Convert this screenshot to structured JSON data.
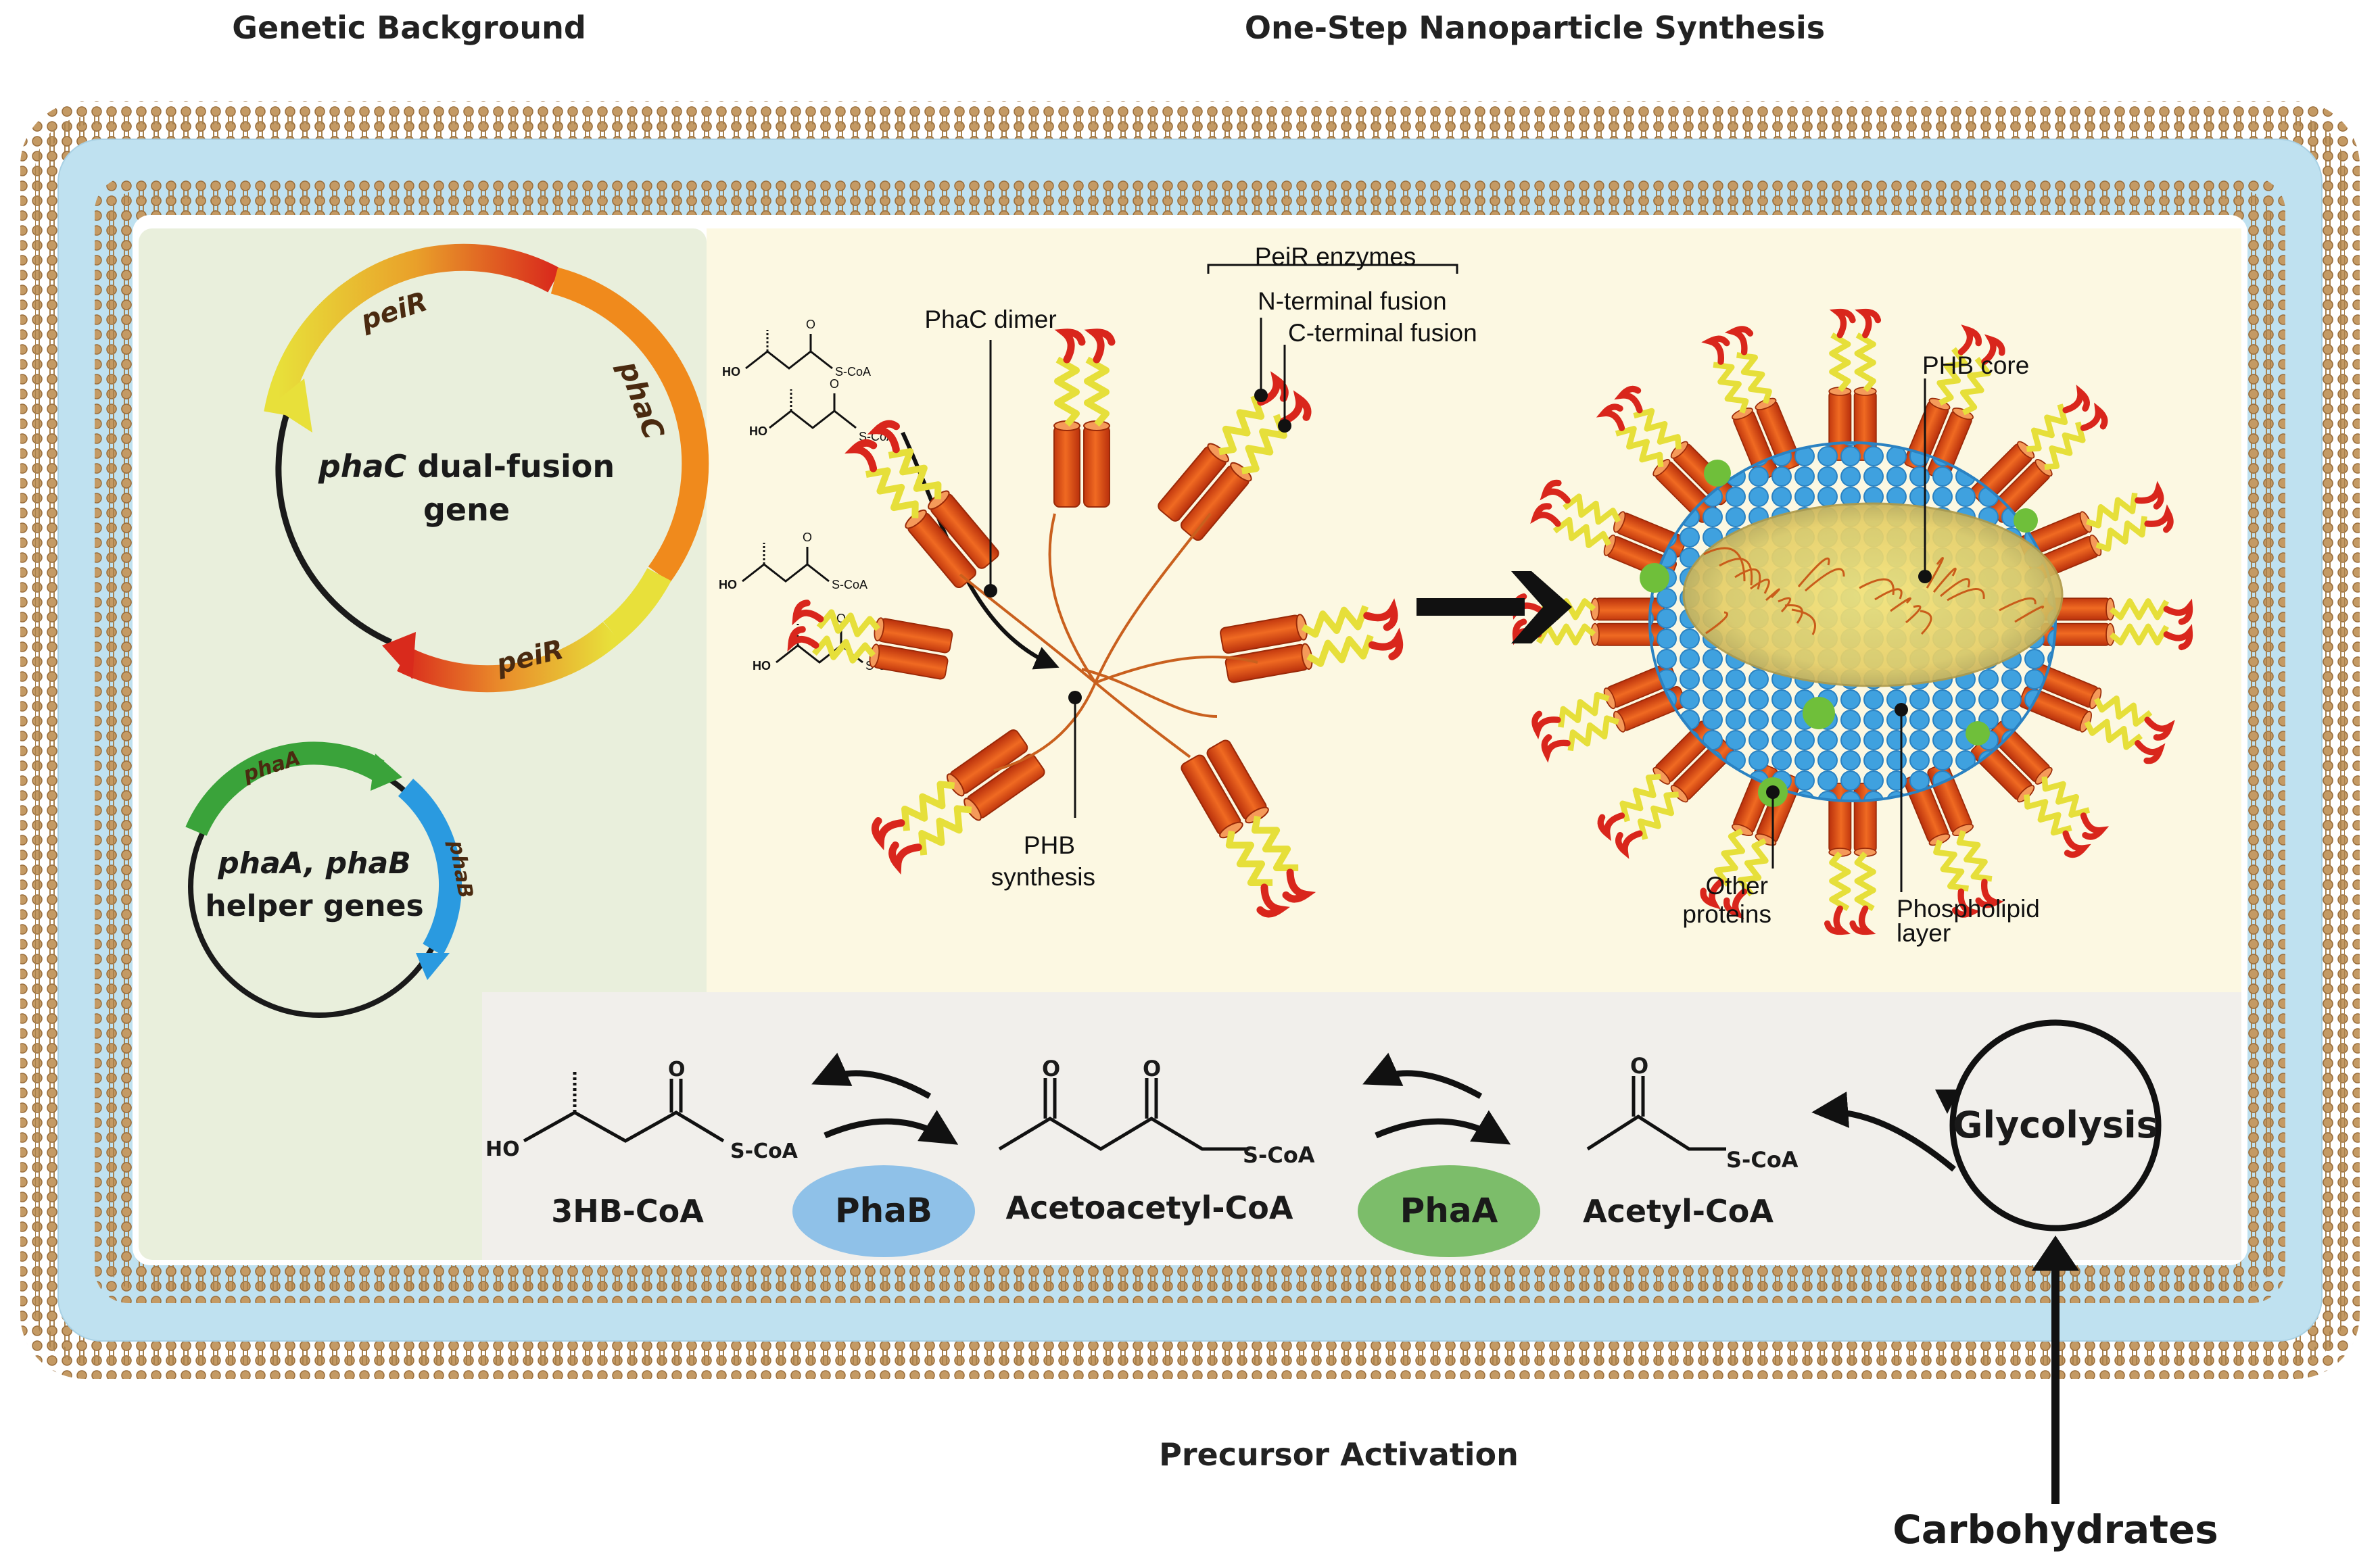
{
  "headers": {
    "genetic": "Genetic Background",
    "synthesis": "One-Step Nanoparticle Synthesis",
    "precursor": "Precursor Activation"
  },
  "plasmid_main": {
    "line1_italic": "phaC",
    "line1_rest": " dual-fusion",
    "line2": "gene",
    "seg_peir_top": "peiR",
    "seg_phac": "phaC",
    "seg_peir_bottom": "peiR"
  },
  "plasmid_helper": {
    "line1": "phaA, phaB",
    "line2": "helper genes",
    "seg_phaa": "phaA",
    "seg_phab": "phaB"
  },
  "synthesis_labels": {
    "phac_dimer": "PhaC dimer",
    "peir_enzymes": "PeiR enzymes",
    "n_terminal": "N-terminal fusion",
    "c_terminal": "C-terminal fusion",
    "phb_synthesis_1": "PHB",
    "phb_synthesis_2": "synthesis",
    "phb_core": "PHB core",
    "other_proteins_1": "Other",
    "other_proteins_2": "proteins",
    "phospholipid_1": "Phospholipid",
    "phospholipid_2": "layer",
    "ho": "HO",
    "o": "O",
    "scoa": "S-CoA"
  },
  "pathway": {
    "hb_coa": "3HB-CoA",
    "acetoacetyl_coa": "Acetoacetyl-CoA",
    "acetyl_coa": "Acetyl-CoA",
    "phab": "PhaB",
    "phaa": "PhaA",
    "glycolysis": "Glycolysis",
    "carbohydrates": "Carbohydrates",
    "ho": "HO",
    "o": "O",
    "scoa": "S-CoA"
  },
  "colors": {
    "membrane_lipid": "#b98a52",
    "periplasm": "#bfe1f0",
    "genetic_bg": "#e9efdc",
    "synthesis_bg": "#fcf8e2",
    "precursor_bg": "#f1efeb",
    "phab": "#8fc1e8",
    "phaa": "#7cbd6a",
    "phospholipid": "#3a9ad9",
    "phac_orange": "#e8551a",
    "peir_yellow": "#e6df3a",
    "peir_red": "#d9261c"
  }
}
